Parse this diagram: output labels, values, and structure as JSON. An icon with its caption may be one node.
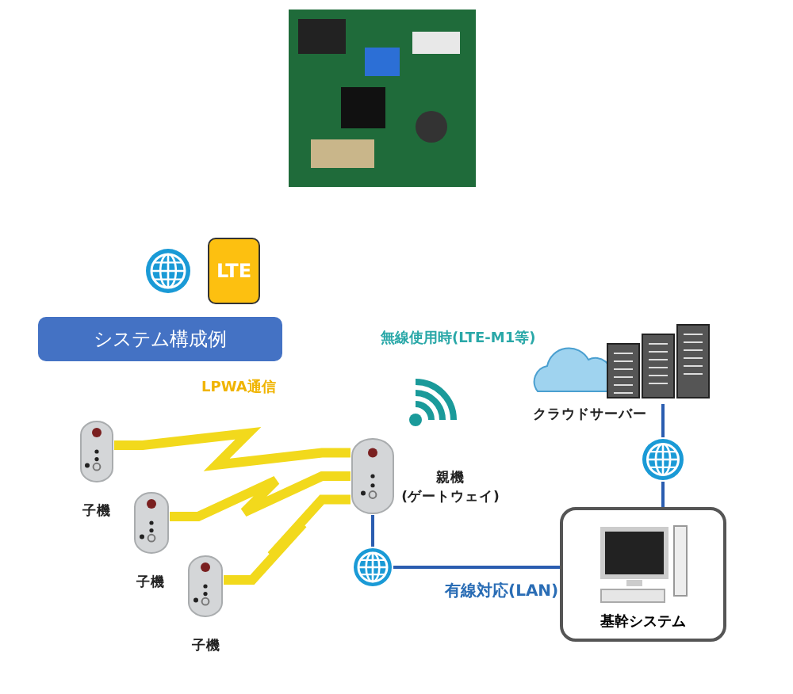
{
  "diagram": {
    "nodes": [
      {
        "text": [
          "LTE"
        ]
      },
      {
        "text": [
          "システム構成例"
        ]
      },
      {
        "text": [],
        "shape": "picture",
        "beside": [
          "子機"
        ]
      },
      {
        "text": [],
        "shape": "picture",
        "beside": [
          "子機"
        ]
      },
      {
        "text": [],
        "shape": "picture",
        "beside": [
          "子機"
        ]
      },
      {
        "text": [],
        "shape": "picture",
        "beside": [
          "親機 (ゲートウェイ)"
        ]
      },
      {
        "text": [],
        "shape": "picture",
        "beside": [
          "クラウドサーバー"
        ]
      },
      {
        "text": [],
        "shape": "picture"
      },
      {
        "text": [],
        "shape": "picture"
      },
      {
        "text": [
          "基幹システム"
        ]
      }
    ],
    "edges": [
      {
        "from": 2,
        "to": 5,
        "arrow": "none",
        "style": "thick",
        "color": "#f2d91c"
      },
      {
        "from": 3,
        "to": 5,
        "arrow": "none",
        "style": "thick",
        "color": "#f2d91c"
      },
      {
        "from": 4,
        "to": 5,
        "arrow": "none",
        "style": "thick",
        "color": "#f2d91c"
      },
      {
        "from": 6,
        "to": 7,
        "arrow": "none"
      },
      {
        "from": 7,
        "to": 9,
        "arrow": "none"
      },
      {
        "from": 5,
        "to": 8,
        "arrow": "none"
      },
      {
        "from": 8,
        "to": 9,
        "arrow": "none",
        "label": "有線対応(LAN)"
      }
    ],
    "labels": [
      "無線使用時(LTE-M1等)",
      "LPWA通信"
    ]
  }
}
